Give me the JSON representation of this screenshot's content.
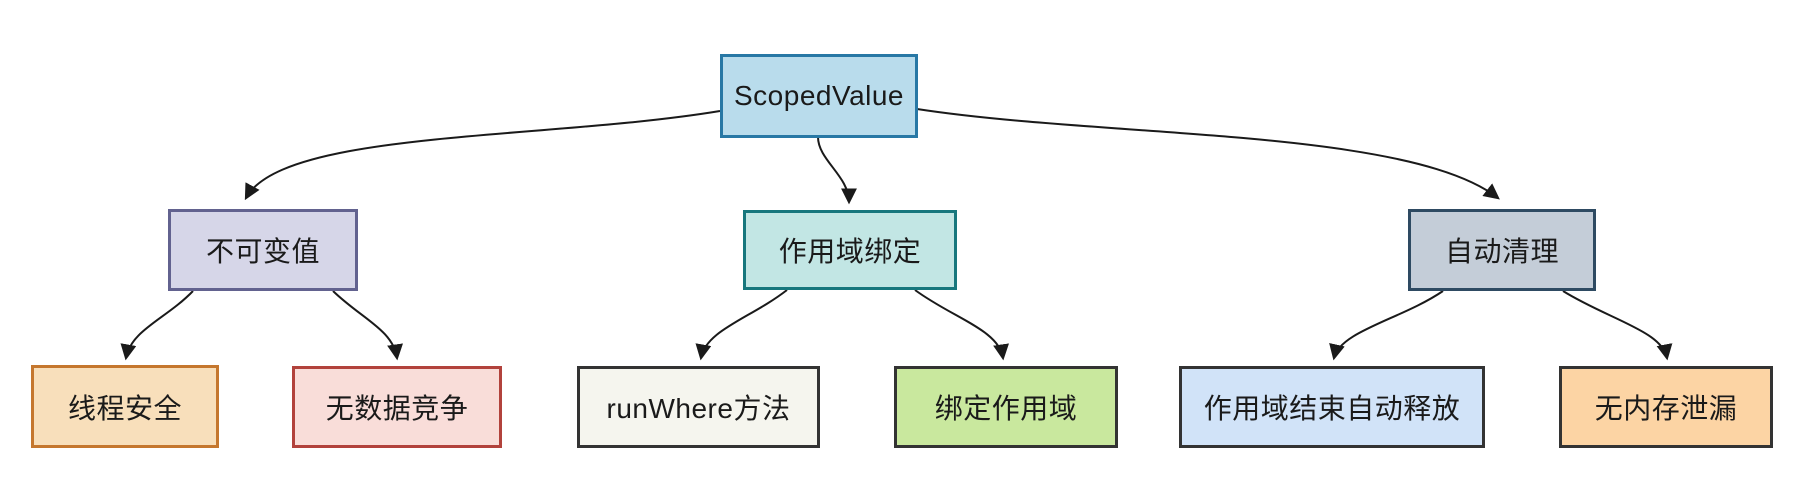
{
  "diagram": {
    "background": "#ffffff",
    "edge_color": "#1a1a1a",
    "text_color": "#1a1a1a",
    "nodes": [
      {
        "id": "scoped-value",
        "label": "ScopedValue",
        "fill": "#b9dcec",
        "border": "#2878a5"
      },
      {
        "id": "immutable-value",
        "label": "不可变值",
        "fill": "#d6d6e8",
        "border": "#62628f"
      },
      {
        "id": "scope-binding",
        "label": "作用域绑定",
        "fill": "#c2e6e4",
        "border": "#17777d"
      },
      {
        "id": "auto-cleanup",
        "label": "自动清理",
        "fill": "#c4cdd8",
        "border": "#2e4a62"
      },
      {
        "id": "thread-safe",
        "label": "线程安全",
        "fill": "#f8dfbb",
        "border": "#c5772e"
      },
      {
        "id": "no-data-race",
        "label": "无数据竞争",
        "fill": "#f9ddd9",
        "border": "#b2423c"
      },
      {
        "id": "runwhere-method",
        "label": "runWhere方法",
        "fill": "#f5f5ee",
        "border": "#333333"
      },
      {
        "id": "bind-scope",
        "label": "绑定作用域",
        "fill": "#c9e89e",
        "border": "#333333"
      },
      {
        "id": "scope-end-auto-release",
        "label": "作用域结束自动释放",
        "fill": "#d1e3f8",
        "border": "#333333"
      },
      {
        "id": "no-memory-leak",
        "label": "无内存泄漏",
        "fill": "#fcd4a4",
        "border": "#333333"
      }
    ],
    "edges": [
      {
        "from": "scoped-value",
        "to": "immutable-value"
      },
      {
        "from": "scoped-value",
        "to": "scope-binding"
      },
      {
        "from": "scoped-value",
        "to": "auto-cleanup"
      },
      {
        "from": "immutable-value",
        "to": "thread-safe"
      },
      {
        "from": "immutable-value",
        "to": "no-data-race"
      },
      {
        "from": "scope-binding",
        "to": "runwhere-method"
      },
      {
        "from": "scope-binding",
        "to": "bind-scope"
      },
      {
        "from": "auto-cleanup",
        "to": "scope-end-auto-release"
      },
      {
        "from": "auto-cleanup",
        "to": "no-memory-leak"
      }
    ]
  }
}
